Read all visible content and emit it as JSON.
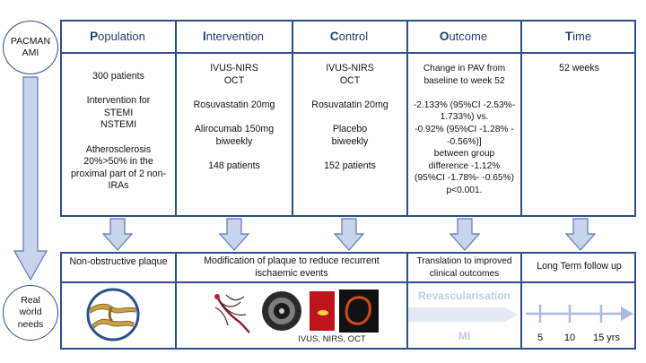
{
  "sidebar": {
    "top_label": [
      "PACMAN",
      "AMI"
    ],
    "bottom_label": [
      "Real",
      "world",
      "needs"
    ]
  },
  "pico": {
    "columns": [
      {
        "id": "population",
        "head_initial": "P",
        "head_rest": "opulation",
        "body": [
          "300 patients",
          "",
          "Intervention for",
          "STEMI",
          "NSTEMI",
          "",
          "Atherosclerosis",
          "20%>50% in the",
          "proximal part of 2 non-",
          "IRAs"
        ]
      },
      {
        "id": "intervention",
        "head_initial": "I",
        "head_rest": "ntervention",
        "body": [
          "IVUS-NIRS",
          "OCT",
          "",
          "Rosuvastatin 20mg",
          "",
          "Alirocumab 150mg",
          "biweekly",
          "",
          "148 patients"
        ]
      },
      {
        "id": "control",
        "head_initial": "C",
        "head_rest": "ontrol",
        "body": [
          "IVUS-NIRS",
          "OCT",
          "",
          "Rosuvatatin 20mg",
          "",
          "Placebo",
          "biweekly",
          "",
          "152 patients"
        ]
      },
      {
        "id": "outcome",
        "head_initial": "O",
        "head_rest": "utcome",
        "body": [
          "Change in PAV from",
          "baseline to week 52",
          "",
          "-2.133% (95%CI -2.53%-",
          "1.733%) vs.",
          "-0.92% (95%CI -1.28% -",
          "-0.56%)]",
          "between group",
          "difference -1.12%",
          "(95%CI -1.78%- -0.65%)",
          "p<0.001."
        ]
      },
      {
        "id": "time",
        "head_initial": "T",
        "head_rest": "ime",
        "body": [
          "52 weeks"
        ]
      }
    ]
  },
  "needs": {
    "col1": "Non-obstructive plaque",
    "col23": [
      "Modification of plaque to reduce recurrent",
      "ischaemic events"
    ],
    "col4": [
      "Translation to improved",
      "clinical outcomes"
    ],
    "col5": "Long Term follow up",
    "imaging_caption": "IVUS, NIRS, OCT",
    "revasc_label": "Revascularisation",
    "mi_label": "MI",
    "timeline_ticks": [
      "5",
      "10",
      "15 yrs"
    ]
  },
  "colors": {
    "border": "#2f4f8a",
    "arrow_fill": "#c8d4ec",
    "arrow_stroke": "#5a78b8",
    "faded_text": "#c3cde0",
    "timeline": "#a9bbdd"
  }
}
